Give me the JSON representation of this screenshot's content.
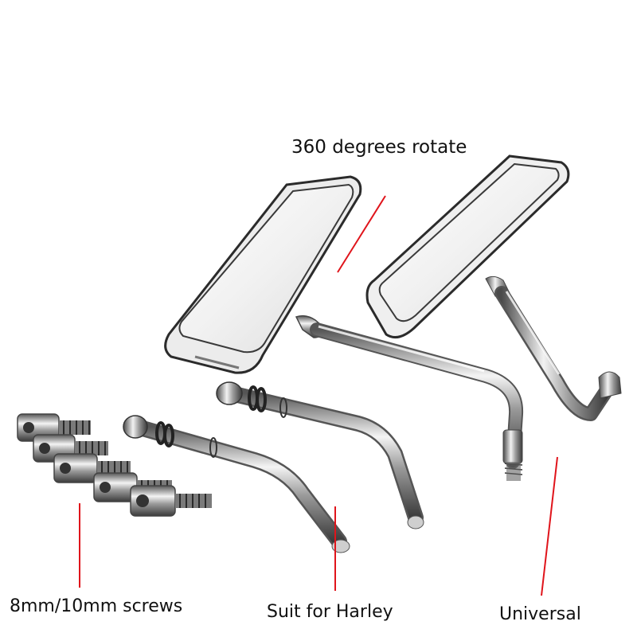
{
  "labels": {
    "rotate": "360 degrees rotate",
    "screws": "8mm/10mm screws",
    "harley": "Suit for Harley",
    "universal": "Universal"
  },
  "colors": {
    "background": "#ffffff",
    "pointer": "#e0141b",
    "chrome_dark": "#3a3a3a",
    "chrome_mid": "#8a8a8a",
    "chrome_light": "#e9e9e9",
    "text": "#111111"
  },
  "objects": [
    "mirror-left",
    "mirror-right",
    "harley-stem",
    "harley-stem",
    "adapter-screw",
    "adapter-screw",
    "adapter-screw",
    "adapter-screw",
    "adapter-screw"
  ]
}
